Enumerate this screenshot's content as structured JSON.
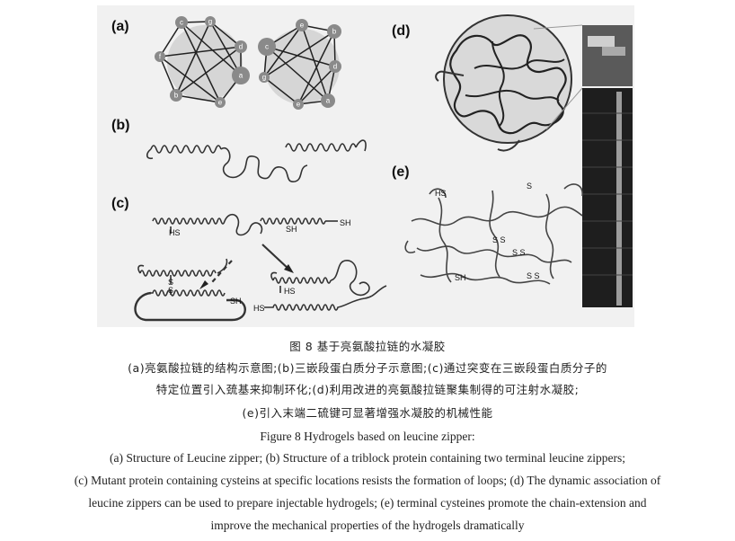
{
  "figure": {
    "panel_labels": [
      "(a)",
      "(b)",
      "(c)",
      "(d)",
      "(e)"
    ],
    "helix_wheel_1": [
      "c",
      "g",
      "d",
      "a",
      "e",
      "b",
      "f"
    ],
    "helix_wheel_2": [
      "e",
      "b",
      "d",
      "a",
      "e",
      "g",
      "c"
    ],
    "tags": {
      "sh": "SH",
      "hs": "HS",
      "s": "S",
      "ss": "S S"
    }
  },
  "caption": {
    "cn_title": "图 8   基于亮氨酸拉链的水凝胶",
    "cn_line1": "(a)亮氨酸拉链的结构示意图;(b)三嵌段蛋白质分子示意图;(c)通过突变在三嵌段蛋白质分子的",
    "cn_line2": "特定位置引入巯基来抑制环化;(d)利用改进的亮氨酸拉链聚集制得的可注射水凝胶;",
    "cn_line3": "(e)引入末端二硫键可显著增强水凝胶的机械性能",
    "en_title": "Figure 8   Hydrogels based on leucine zipper:",
    "en_line1": "(a) Structure of Leucine zipper; (b) Structure of a triblock protein containing two terminal leucine zippers;",
    "en_line2": "(c) Mutant protein containing cysteins at specific locations resists the formation of loops; (d) The dynamic association of",
    "en_line3": "leucine zippers can be used to prepare injectable hydrogels; (e) terminal cysteines promote the chain-extension and",
    "en_line4": "improve the mechanical properties of the hydrogels dramatically"
  }
}
